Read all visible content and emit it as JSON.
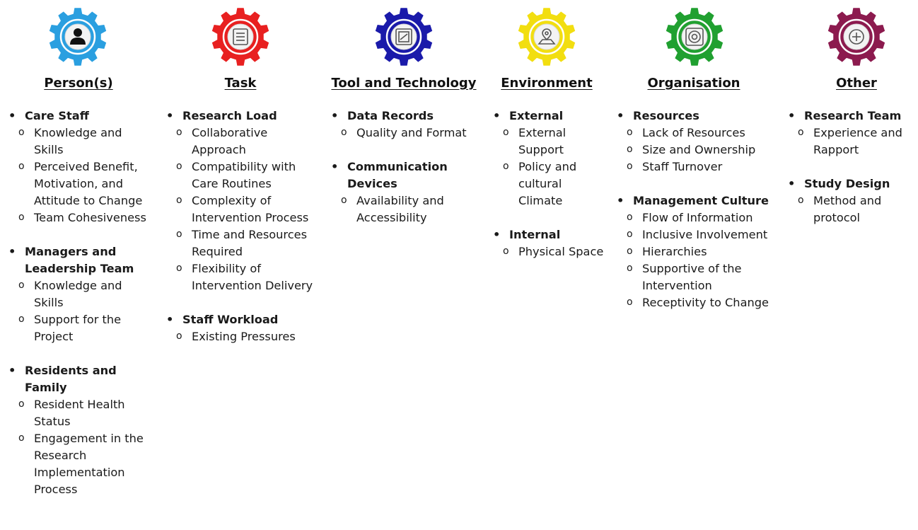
{
  "columns": [
    {
      "title": "Person(s)",
      "icon": "person-icon",
      "color": "#2A9FE0",
      "items": [
        {
          "label": "Care Staff",
          "subs": [
            "Knowledge and Skills",
            "Perceived Benefit, Motivation, and Attitude to Change",
            "Team Cohesiveness"
          ]
        },
        {
          "label": "Managers and Leadership Team",
          "subs": [
            "Knowledge and Skills",
            "Support for the Project"
          ]
        },
        {
          "label": "Residents and Family",
          "subs": [
            "Resident Health Status",
            "Engagement in the Research Implementation Process"
          ]
        }
      ]
    },
    {
      "title": "Task",
      "icon": "checklist-icon",
      "color": "#E82020",
      "items": [
        {
          "label": "Research Load",
          "subs": [
            "Collaborative Approach",
            "Compatibility with Care Routines",
            "Complexity of Intervention Process",
            "Time and Resources Required",
            "Flexibility of Intervention Delivery"
          ]
        },
        {
          "label": "Staff Workload",
          "subs": [
            "Existing Pressures"
          ]
        }
      ]
    },
    {
      "title": "Tool and Technology",
      "icon": "device-icon",
      "color": "#1A1AAA",
      "items": [
        {
          "label": "Data Records",
          "subs": [
            "Quality and Format"
          ]
        },
        {
          "label": "Communication Devices",
          "subs": [
            "Availability and Accessibility"
          ]
        }
      ]
    },
    {
      "title": "Environment",
      "icon": "map-pin-icon",
      "color": "#F2DE10",
      "items": [
        {
          "label": "External",
          "subs": [
            "External Support",
            "Policy and cultural Climate"
          ]
        },
        {
          "label": "Internal",
          "subs": [
            "Physical Space"
          ]
        }
      ]
    },
    {
      "title": "Organisation",
      "icon": "organisation-gear-icon",
      "color": "#20A030",
      "items": [
        {
          "label": "Resources",
          "subs": [
            "Lack of Resources",
            "Size and Ownership",
            "Staff Turnover"
          ]
        },
        {
          "label": "Management Culture",
          "subs": [
            "Flow of Information",
            "Inclusive Involvement",
            "Hierarchies",
            "Supportive of the Intervention",
            "Receptivity to Change"
          ]
        }
      ]
    },
    {
      "title": "Other",
      "icon": "plus-circle-icon",
      "color": "#8C1A4E",
      "items": [
        {
          "label": "Research Team",
          "subs": [
            "Experience and Rapport"
          ]
        },
        {
          "label": "Study Design",
          "subs": [
            "Method and protocol"
          ]
        }
      ]
    }
  ]
}
